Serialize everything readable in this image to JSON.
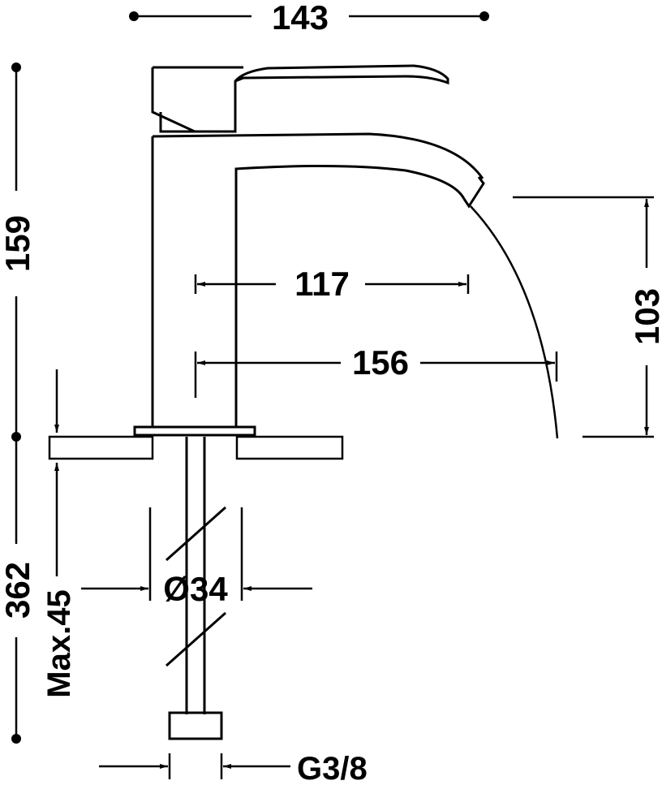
{
  "dimensions": {
    "top_width": "143",
    "total_height": "159",
    "spout_reach_inner": "117",
    "spout_reach_stream": "156",
    "spout_height": "103",
    "below_counter": "362",
    "max_counter_thickness": "Max.45",
    "hole_diameter": "Ø34",
    "connection_thread": "G3/8"
  },
  "colors": {
    "line": "#000000",
    "background": "#ffffff"
  }
}
